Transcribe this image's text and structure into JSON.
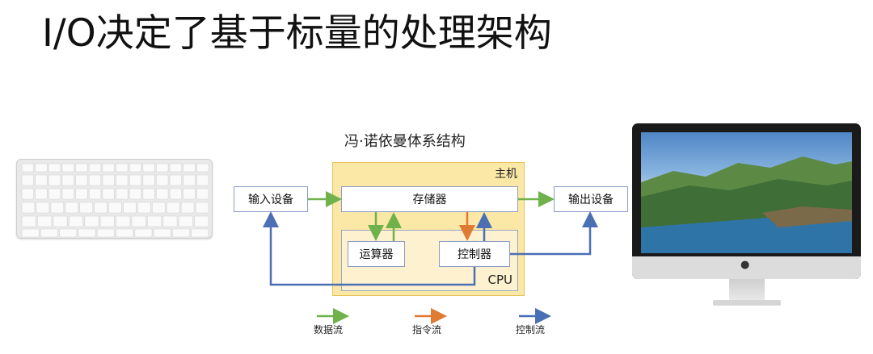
{
  "slide": {
    "title": "I/O决定了基于标量的处理架构"
  },
  "diagram": {
    "title": "冯·诺依曼体系结构",
    "host_label": "主机",
    "cpu_label": "CPU",
    "nodes": {
      "input": "输入设备",
      "memory": "存储器",
      "output": "输出设备",
      "alu": "运算器",
      "control": "控制器"
    },
    "colors": {
      "data_flow": "#6fb14a",
      "instruction_flow": "#e07b33",
      "control_flow": "#4a6fb5",
      "host_fill": "#fbe8a6",
      "cpu_fill": "#fdf1cf"
    },
    "legend": {
      "data_flow": "数据流",
      "instruction_flow": "指令流",
      "control_flow": "控制流"
    }
  },
  "images": {
    "keyboard": "keyboard-image",
    "computer": "imac-image",
    "computer_logo": ""
  }
}
